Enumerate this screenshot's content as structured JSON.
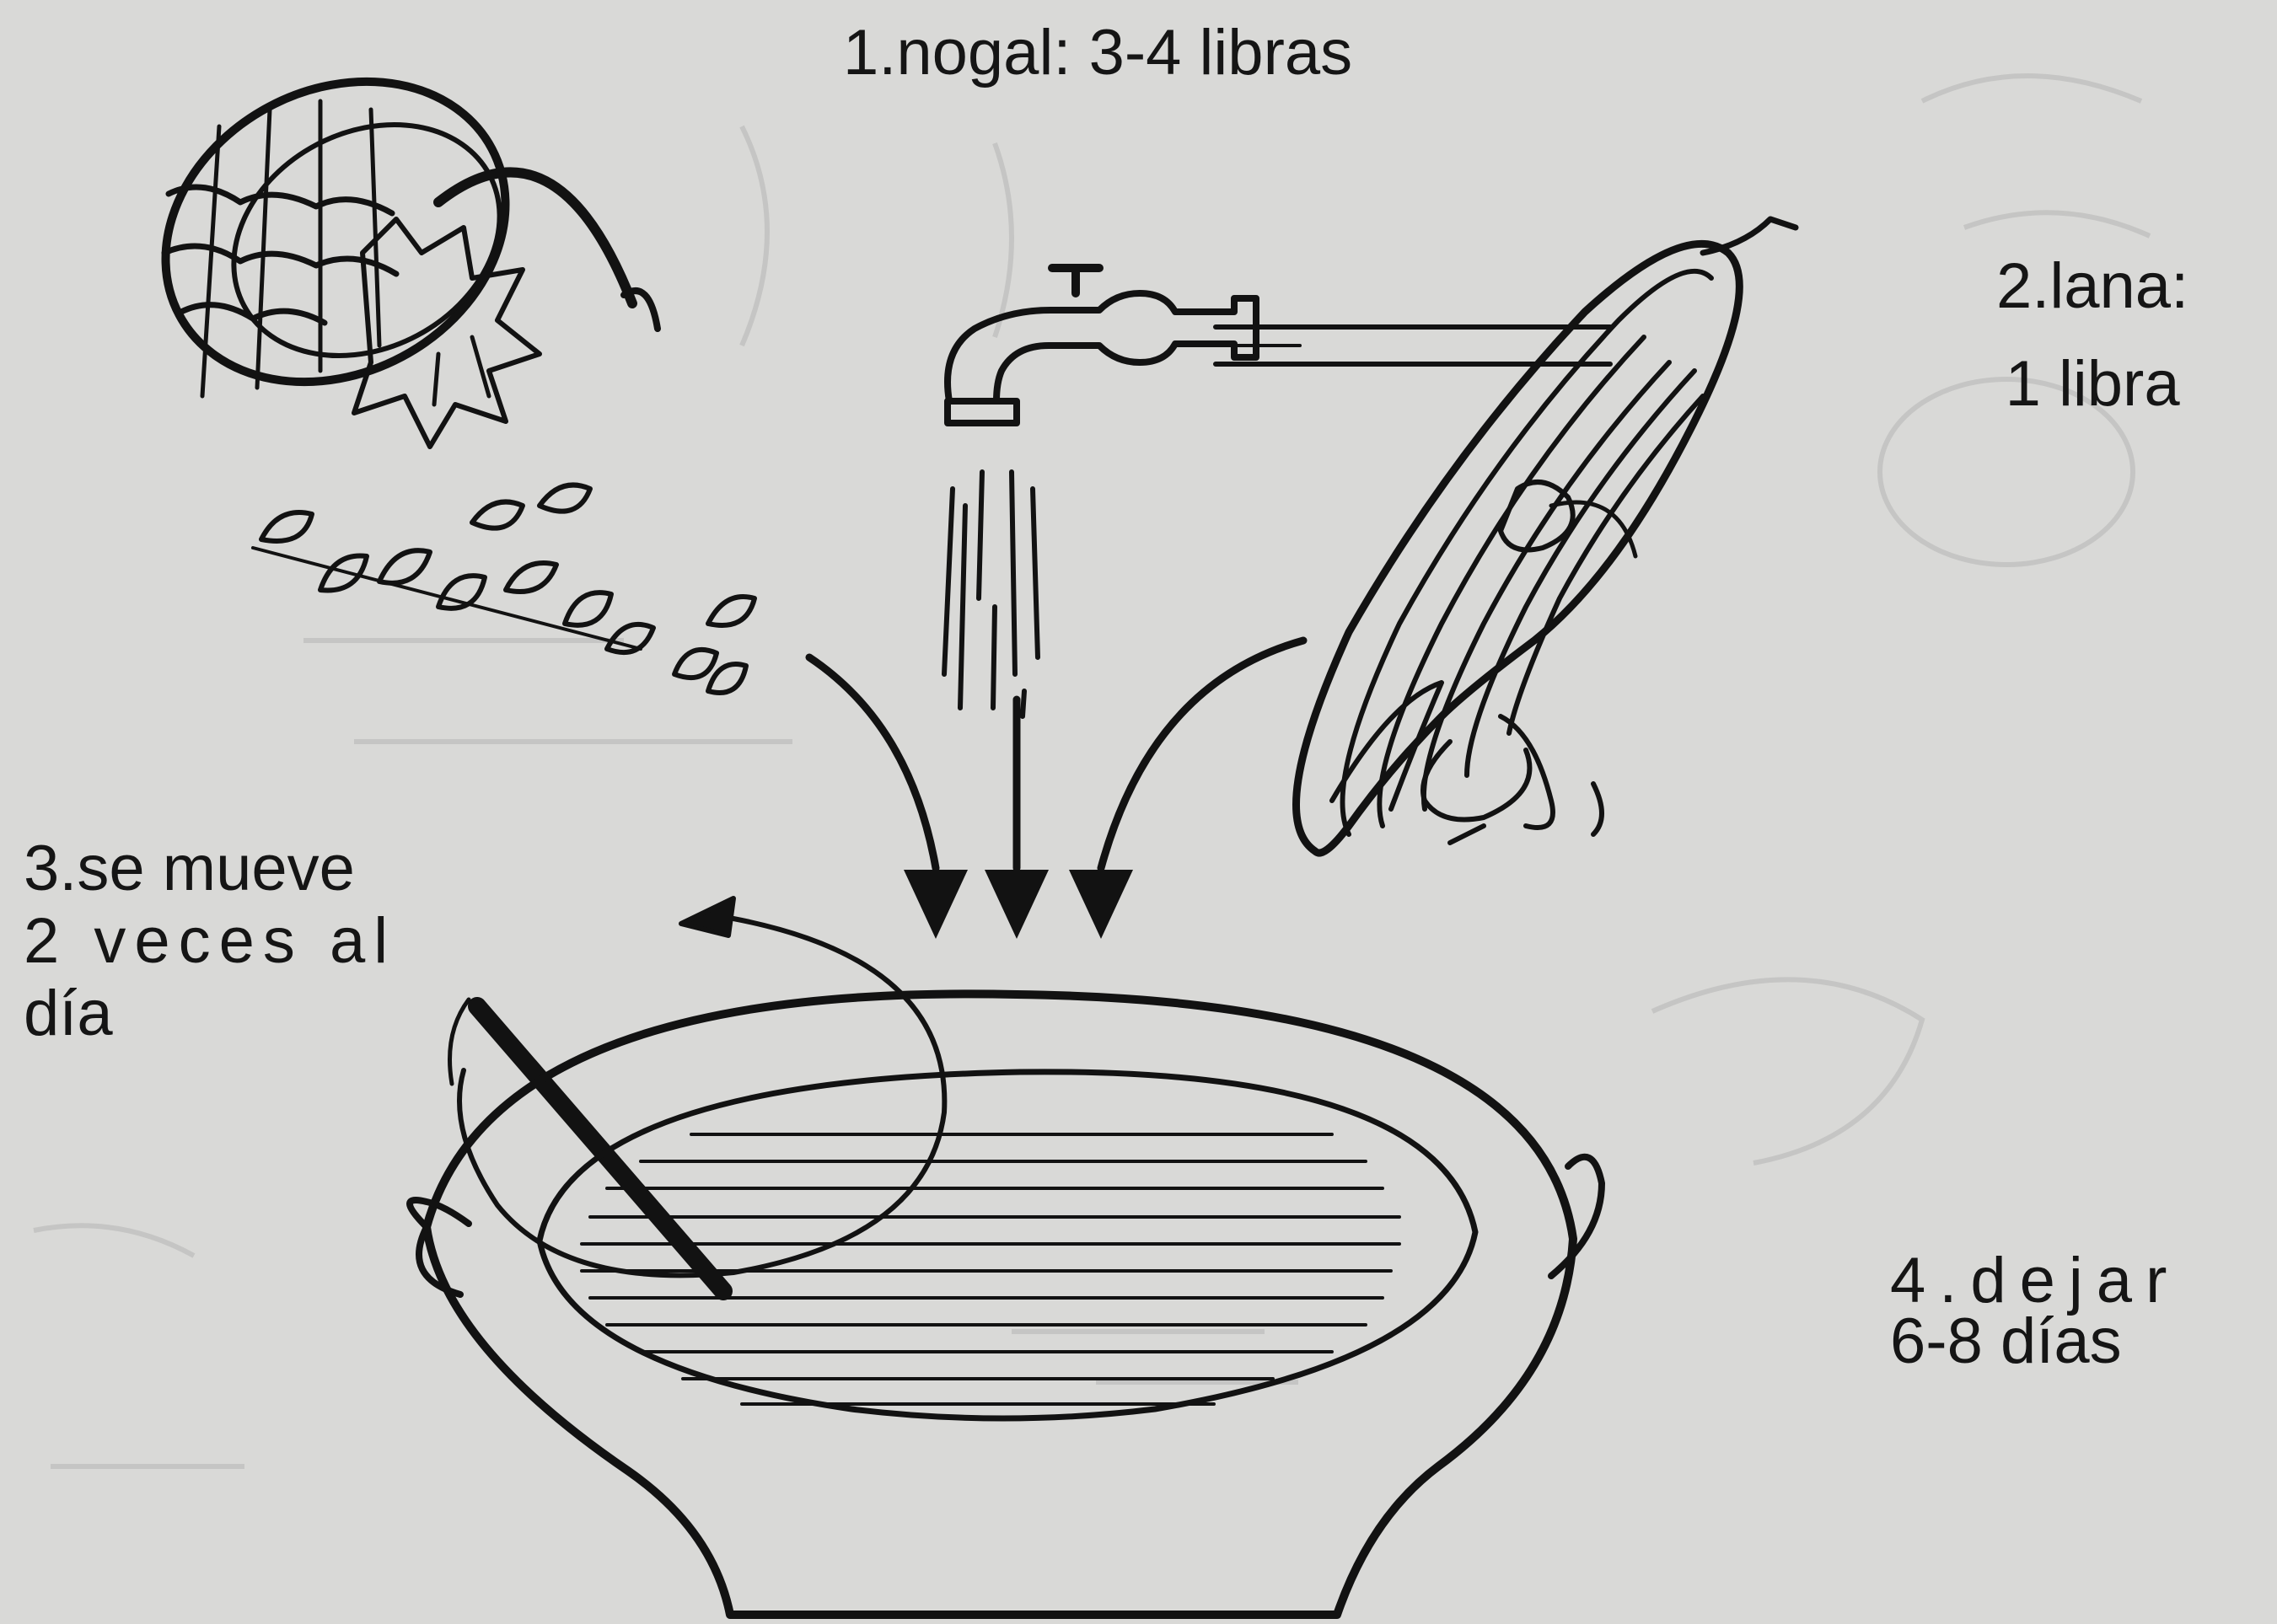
{
  "steps": [
    {
      "id": "step1",
      "lines": [
        "1.nogal: 3-4 libras"
      ],
      "icon": "walnut-leaves-basket"
    },
    {
      "id": "step2",
      "lines": [
        "2.lana:",
        "1 libra"
      ],
      "icon": "wool-skein"
    },
    {
      "id": "step3",
      "lines": [
        "3.se mueve",
        "2 veces al",
        "día"
      ],
      "icon": "stirring-stick"
    },
    {
      "id": "step4",
      "lines": [
        "4.dejar",
        "6-8 días"
      ],
      "icon": "dye-basin"
    }
  ],
  "water": {
    "icon": "water-faucet"
  },
  "colors": {
    "paper": "#d9d9d7",
    "ink": "#121212"
  }
}
